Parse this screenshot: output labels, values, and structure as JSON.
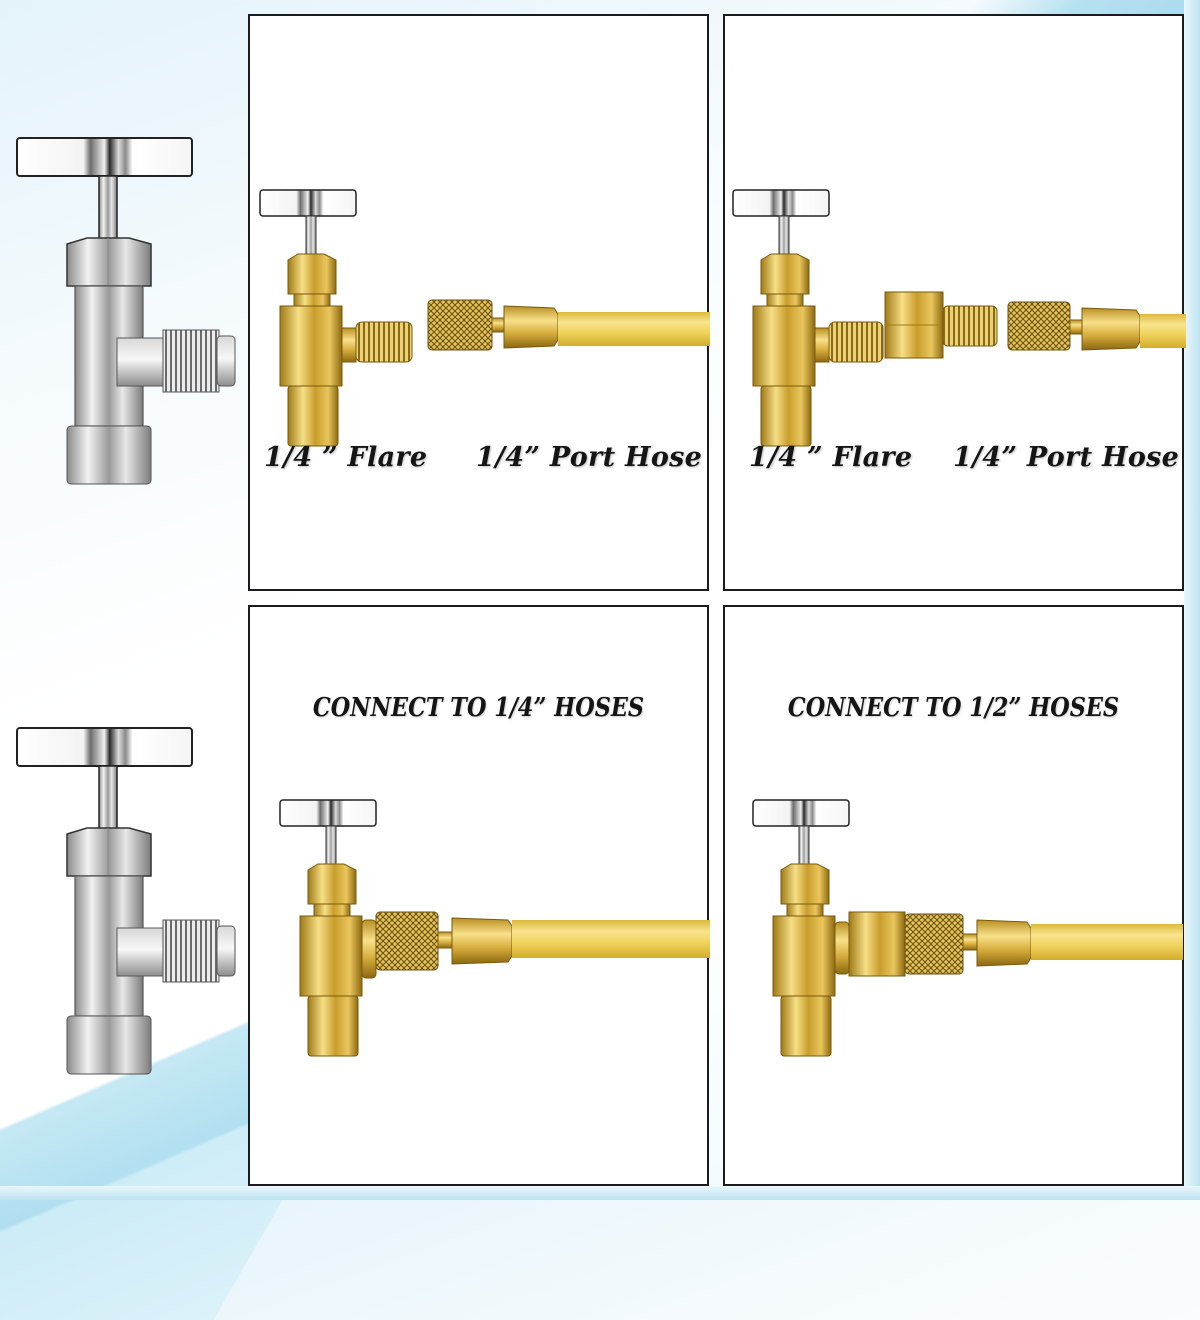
{
  "background": {
    "base": "#ffffff",
    "accent_blue": "#a9dcee"
  },
  "colors": {
    "brass": "#d9b446",
    "brass_dark": "#9c7b1c",
    "hose_yellow": "#f0d35c",
    "chrome": "#c9c9c9",
    "border": "#1b1b1b"
  },
  "left_column": {
    "items": [
      {
        "icon": "chrome-can-tap-valve-icon"
      },
      {
        "icon": "chrome-can-tap-valve-icon"
      }
    ]
  },
  "panels": [
    {
      "id": "panel-top-left",
      "labels": {
        "left": "1/4 ” Flare",
        "right": "1/4” Port Hose"
      },
      "illustration": "brass-valve-with-separate-hose"
    },
    {
      "id": "panel-top-right",
      "labels": {
        "left": "1/4 ” Flare",
        "right": "1/4” Port Hose"
      },
      "illustration": "brass-valve-with-adapter-and-separate-hose"
    },
    {
      "id": "panel-bottom-left",
      "heading": "CONNECT TO 1/4” HOSES",
      "illustration": "brass-valve-connected-to-quarter-inch-hose"
    },
    {
      "id": "panel-bottom-right",
      "heading": "CONNECT TO 1/2” HOSES",
      "illustration": "brass-valve-with-adapter-connected-to-half-inch-hose"
    }
  ]
}
